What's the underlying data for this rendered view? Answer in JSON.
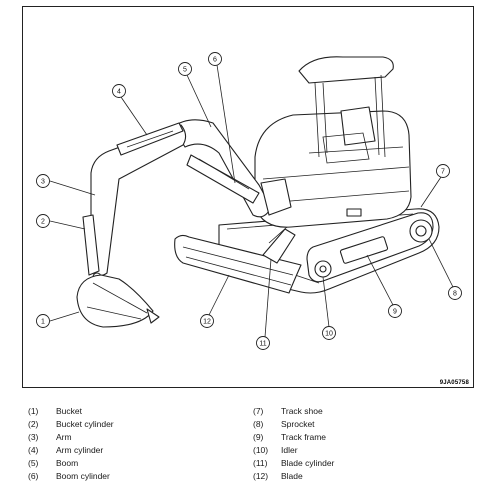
{
  "figure": {
    "code": "9JA05758",
    "callouts": [
      {
        "number": "1",
        "label": "Bucket"
      },
      {
        "number": "2",
        "label": "Bucket cylinder"
      },
      {
        "number": "3",
        "label": "Arm"
      },
      {
        "number": "4",
        "label": "Arm cylinder"
      },
      {
        "number": "5",
        "label": "Boom"
      },
      {
        "number": "6",
        "label": "Boom cylinder"
      },
      {
        "number": "7",
        "label": "Track shoe"
      },
      {
        "number": "8",
        "label": "Sprocket"
      },
      {
        "number": "9",
        "label": "Track frame"
      },
      {
        "number": "10",
        "label": "Idler"
      },
      {
        "number": "11",
        "label": "Blade cylinder"
      },
      {
        "number": "12",
        "label": "Blade"
      }
    ]
  },
  "legend": {
    "left": [
      {
        "num": "(1)",
        "label": "Bucket"
      },
      {
        "num": "(2)",
        "label": "Bucket cylinder"
      },
      {
        "num": "(3)",
        "label": "Arm"
      },
      {
        "num": "(4)",
        "label": "Arm cylinder"
      },
      {
        "num": "(5)",
        "label": "Boom"
      },
      {
        "num": "(6)",
        "label": "Boom cylinder"
      }
    ],
    "right": [
      {
        "num": "(7)",
        "label": "Track shoe"
      },
      {
        "num": "(8)",
        "label": "Sprocket"
      },
      {
        "num": "(9)",
        "label": "Track frame"
      },
      {
        "num": "(10)",
        "label": "Idler"
      },
      {
        "num": "(11)",
        "label": "Blade cylinder"
      },
      {
        "num": "(12)",
        "label": "Blade"
      }
    ]
  }
}
